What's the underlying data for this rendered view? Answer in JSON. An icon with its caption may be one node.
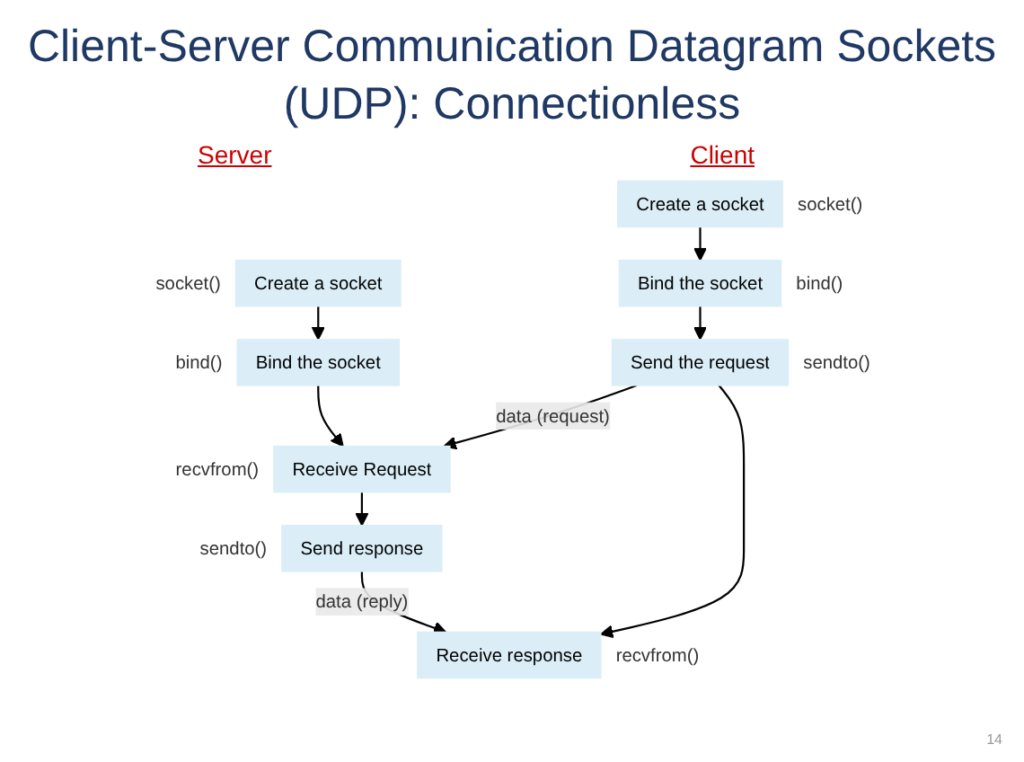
{
  "diagram": {
    "title": "Client-Server Communication Datagram Sockets (UDP): Connectionless",
    "nodes": [
      {
        "text": [
          "Create a socket"
        ],
        "beside": [
          "socket()"
        ]
      },
      {
        "text": [
          "Bind the socket"
        ],
        "beside": [
          "bind()"
        ]
      },
      {
        "text": [
          "Receive Request"
        ],
        "beside": [
          "recvfrom()"
        ]
      },
      {
        "text": [
          "Send response"
        ],
        "beside": [
          "sendto()"
        ]
      },
      {
        "text": [
          "Create a socket"
        ],
        "beside": [
          "socket()"
        ]
      },
      {
        "text": [
          "Bind the socket"
        ],
        "beside": [
          "bind()"
        ]
      },
      {
        "text": [
          "Send the request"
        ],
        "beside": [
          "sendto()"
        ]
      },
      {
        "text": [
          "Receive response"
        ],
        "beside": [
          "recvfrom()"
        ]
      }
    ],
    "edges": [
      {
        "from": 0,
        "to": 1,
        "arrow": "to"
      },
      {
        "from": 1,
        "to": 2,
        "arrow": "to"
      },
      {
        "from": 2,
        "to": 3,
        "arrow": "to"
      },
      {
        "from": 4,
        "to": 5,
        "arrow": "to"
      },
      {
        "from": 5,
        "to": 6,
        "arrow": "to"
      },
      {
        "from": 6,
        "to": 7,
        "arrow": "to"
      },
      {
        "from": 6,
        "to": 2,
        "arrow": "to",
        "label": "data (request)"
      },
      {
        "from": 3,
        "to": 7,
        "arrow": "to",
        "label": "data (reply)"
      }
    ],
    "labels": [
      "Server",
      "Client",
      "14"
    ]
  }
}
